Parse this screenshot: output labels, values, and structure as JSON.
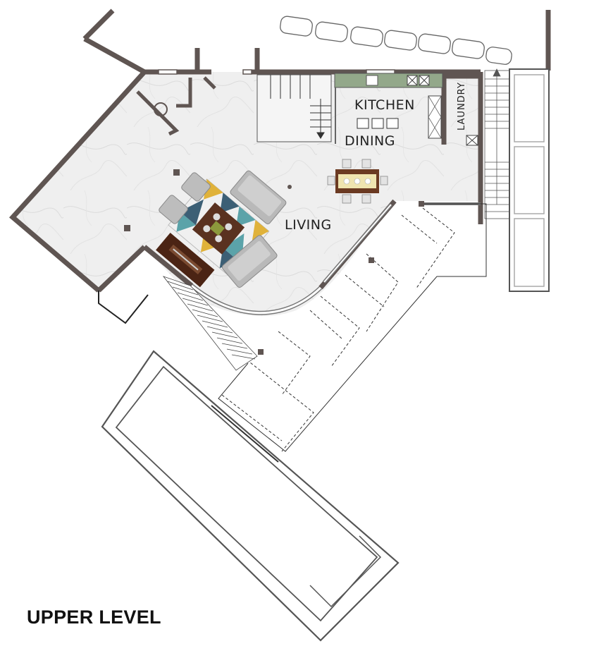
{
  "title": "UPPER LEVEL",
  "rooms": {
    "kitchen": "KITCHEN",
    "dining": "DINING",
    "living": "LIVING",
    "laundry": "LAUNDRY"
  },
  "colors": {
    "wall": "#5f5552",
    "floor": "#eeeeee",
    "outline": "#999999",
    "counter": "#93a88a",
    "table_wood": "#6b3a22",
    "media_wood": "#4b2414",
    "sofa": "#b9b9b9",
    "rug_accents": [
      "#e0b23a",
      "#3c5f75",
      "#5ba3a9",
      "#e8e8e8"
    ]
  }
}
